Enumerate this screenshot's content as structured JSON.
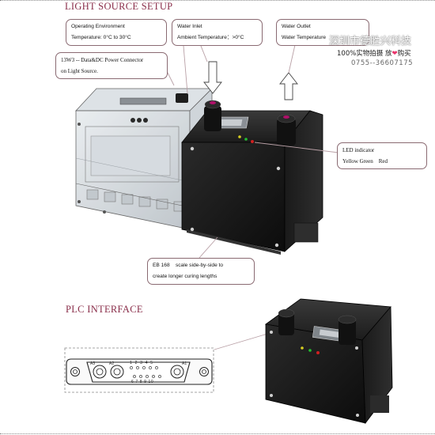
{
  "headings": {
    "light_source_setup": "LIGHT SOURCE SETUP",
    "plc_interface": "PLC INTERFACE"
  },
  "callouts": {
    "operating_env_line1": "Operating Environment",
    "operating_env_line2": "Temperature: 0°C to 30°C",
    "water_inlet_line1": "Water Inlet",
    "water_inlet_line2": "Ambient Temperature：>0°C",
    "water_outlet_line1": "Water Outlet",
    "water_outlet_line2": "Water Temperature",
    "connector_line1": "13W3 -- Data&DC Power Connector",
    "connector_line2": "on Light Source.",
    "led_line1": "LED indicator",
    "led_line2": "Yellow Green    Red",
    "eb168_line1": "EB 168    scale side-by-side to",
    "eb168_line2": "create longer curing lengths"
  },
  "watermark": {
    "company": "深圳市德胜兴科技",
    "tagline_prefix": "100%实物拍摄 放",
    "heart": "❤",
    "tagline_suffix": "购买",
    "phone": "0755--36607175"
  },
  "connector_labels": {
    "a3": "A3",
    "a2": "A2",
    "a1": "A1",
    "pins_top": "1 2 3 4 5",
    "pins_bottom": "6 7 8 9 10"
  },
  "colors": {
    "heading": "#8a2e4a",
    "callout_border": "#8a6a72",
    "led_yellow": "#d8d020",
    "led_green": "#22c030",
    "led_red": "#d02020"
  }
}
